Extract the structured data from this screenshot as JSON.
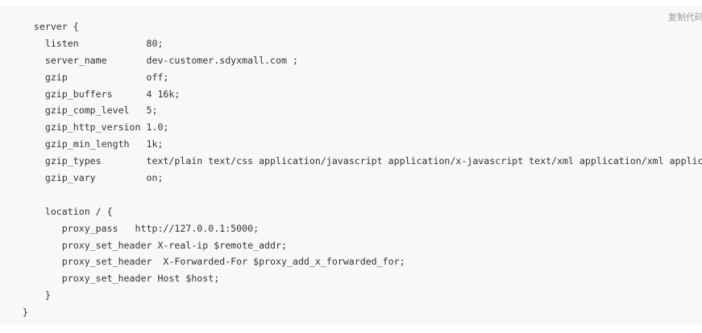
{
  "copy_button": {
    "label": "复制代码"
  },
  "code_lines": [
    "      server {",
    "        listen            80;",
    "        server_name       dev-customer.sdyxmall.com ;",
    "        gzip              off;",
    "        gzip_buffers      4 16k;",
    "        gzip_comp_level   5;",
    "        gzip_http_version 1.0;",
    "        gzip_min_length   1k;",
    "        gzip_types        text/plain text/css application/javascript application/x-javascript text/xml application/xml application/xml+rss text/javascript;",
    "        gzip_vary         on;",
    "",
    "        location / {",
    "           proxy_pass   http://127.0.0.1:5000;",
    "           proxy_set_header X-real-ip $remote_addr;",
    "           proxy_set_header  X-Forwarded-For $proxy_add_x_forwarded_for;",
    "           proxy_set_header Host $host;",
    "        }",
    "    }"
  ]
}
